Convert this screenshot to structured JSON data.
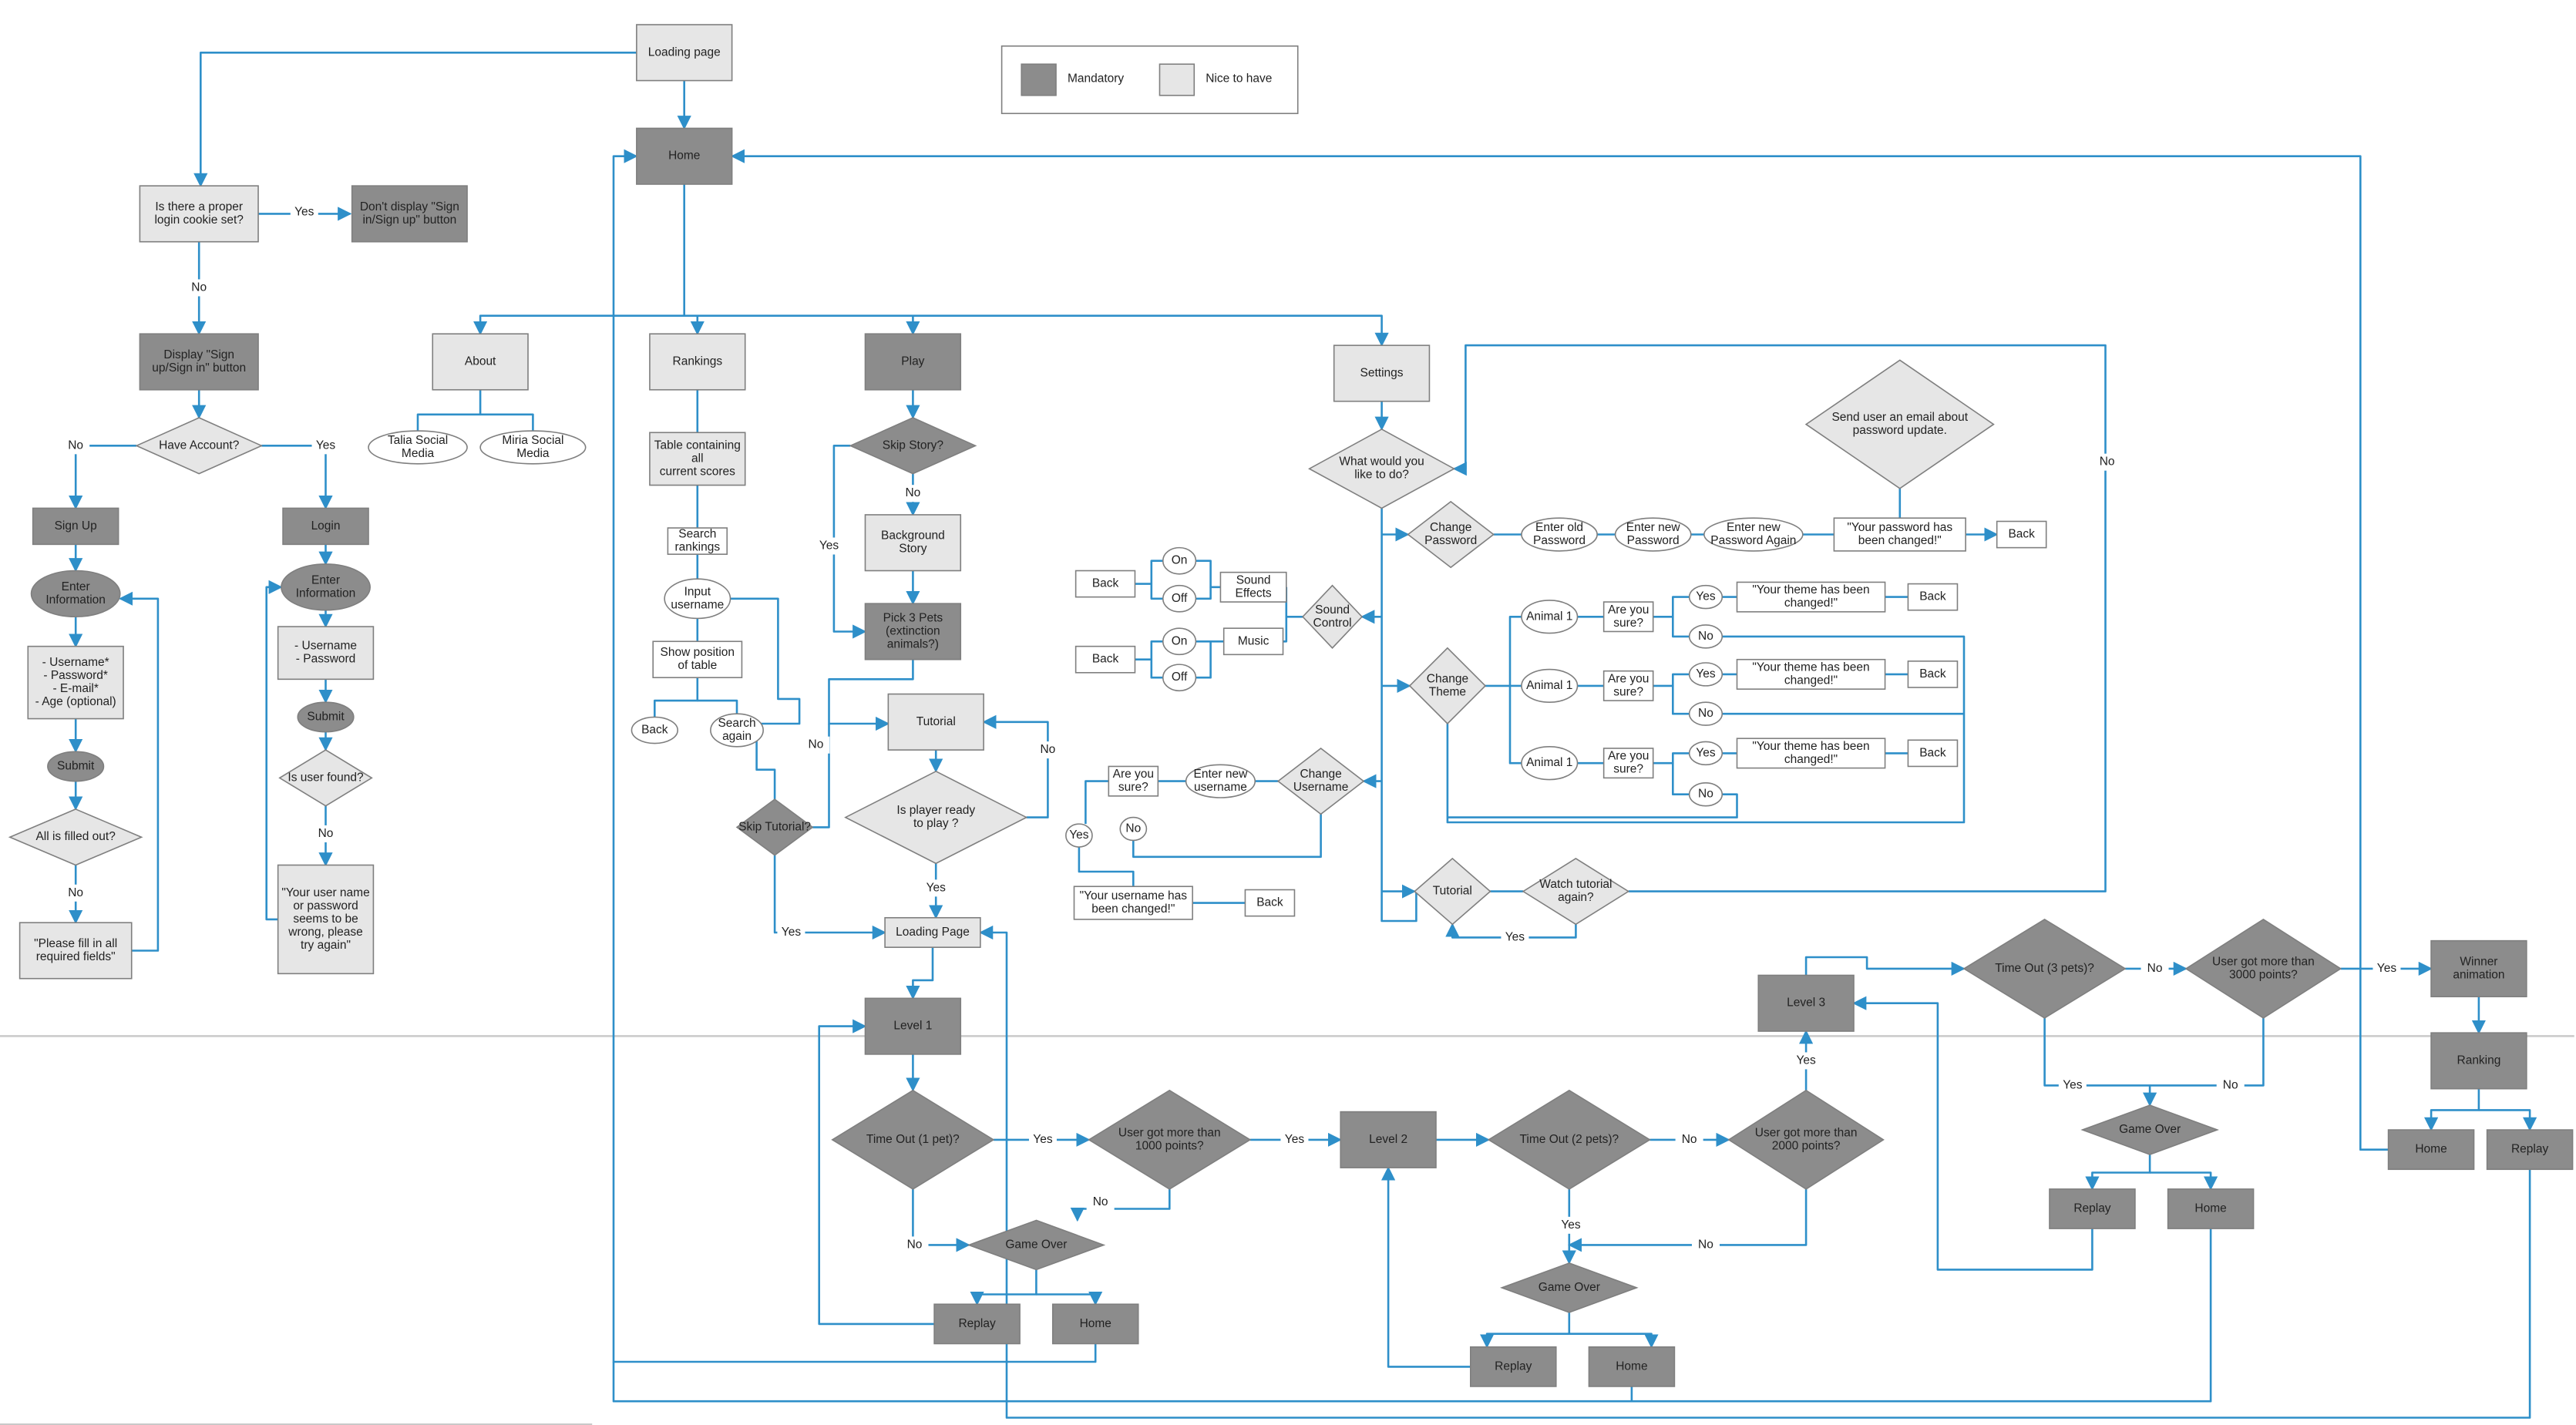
{
  "colors": {
    "mandatory": "#8c8c8c",
    "nice_to_have": "#e6e6e6",
    "white": "#ffffff",
    "connector": "#2e8fc9",
    "outline": "#7f7f7f",
    "separator": "#c9c9c9"
  },
  "legend": {
    "mandatory": "Mandatory",
    "nice_to_have": "Nice to have"
  },
  "nodes": {
    "loading_page_top": "Loading page",
    "home": "Home",
    "login_cookie_question": "Is there a proper\nlogin cookie set?",
    "dont_display_button": "Don't display \"Sign\nin/Sign up\" button",
    "display_button": "Display \"Sign\nup/Sign in\" button",
    "have_account": "Have Account?",
    "sign_up": "Sign Up",
    "login": "Login",
    "enter_information_signup": "Enter\nInformation",
    "enter_information_login": "Enter\nInformation",
    "signup_fields": "- Username*\n- Password*\n- E-mail*\n- Age (optional)",
    "login_fields": "- Username\n- Password",
    "submit_signup": "Submit",
    "submit_login": "Submit",
    "all_filled": "All is filled out?",
    "user_found": "Is user found?",
    "fill_all_fields": "\"Please fill in all\nrequired fields\"",
    "wrong_credentials": "\"Your user name\nor password\nseems to be\nwrong, please\ntry again\"",
    "about": "About",
    "talia_social": "Talia Social\nMedia",
    "miria_social": "Miria Social\nMedia",
    "rankings": "Rankings",
    "rankings_table": "Table containing\nall\ncurrent scores",
    "search_rankings": "Search\nrankings",
    "input_username": "Input\nusername",
    "show_position": "Show position\nof table",
    "back_rankings": "Back",
    "search_again": "Search\nagain",
    "play": "Play",
    "skip_story": "Skip Story?",
    "background_story": "Background\nStory",
    "pick_3_pets": "Pick 3 Pets\n(extinction\nanimals?)",
    "tutorial_play": "Tutorial",
    "skip_tutorial": "Skip Tutorial?",
    "player_ready": "Is player ready\nto play ?",
    "loading_page_play": "Loading Page",
    "level_1": "Level 1",
    "time_out_1": "Time Out (1 pet)?",
    "points_1000": "User got more than\n1000 points?",
    "game_over_1": "Game Over",
    "replay_1": "Replay",
    "home_1": "Home",
    "level_2": "Level 2",
    "time_out_2": "Time Out (2 pets)?",
    "points_2000": "User got more than\n2000 points?",
    "game_over_2": "Game Over",
    "replay_2": "Replay",
    "home_2": "Home",
    "level_3": "Level 3",
    "time_out_3": "Time Out (3 pets)?",
    "points_3000": "User got more than\n3000 points?",
    "game_over_3": "Game Over",
    "replay_3": "Replay",
    "home_3": "Home",
    "winner_animation": "Winner\nanimation",
    "ranking_final": "Ranking",
    "home_final": "Home",
    "replay_final": "Replay",
    "settings": "Settings",
    "what_to_do": "What would you\nlike to do?",
    "change_password": "Change\nPassword",
    "enter_old_password": "Enter old\nPassword",
    "enter_new_password": "Enter new\nPassword",
    "enter_new_password_again": "Enter new\nPassword Again",
    "password_changed": "\"Your password has\nbeen changed!\"",
    "back_password": "Back",
    "send_email": "Send user an email about\npassword update.",
    "sound_control": "Sound\nControl",
    "sound_effects": "Sound\nEffects",
    "music": "Music",
    "on_effects": "On",
    "off_effects": "Off",
    "on_music": "On",
    "off_music": "Off",
    "back_effects": "Back",
    "back_music": "Back",
    "change_theme": "Change\nTheme",
    "animal_1a": "Animal 1",
    "animal_1b": "Animal 1",
    "animal_1c": "Animal 1",
    "sure_theme_a": "Are you\nsure?",
    "sure_theme_b": "Are you\nsure?",
    "sure_theme_c": "Are you\nsure?",
    "yes_theme_a": "Yes",
    "yes_theme_b": "Yes",
    "yes_theme_c": "Yes",
    "no_theme_a": "No",
    "no_theme_b": "No",
    "no_theme_c": "No",
    "theme_changed_a": "\"Your theme has been\nchanged!\"",
    "theme_changed_b": "\"Your theme has been\nchanged!\"",
    "theme_changed_c": "\"Your theme has been\nchanged!\"",
    "back_theme_a": "Back",
    "back_theme_b": "Back",
    "back_theme_c": "Back",
    "change_username": "Change\nUsername",
    "enter_new_username": "Enter new\nusername",
    "sure_username": "Are you\nsure?",
    "yes_username": "Yes",
    "no_username": "No",
    "username_changed": "\"Your username has\nbeen changed!\"",
    "back_username": "Back",
    "tutorial_settings": "Tutorial",
    "watch_tutorial": "Watch tutorial\nagain?"
  },
  "edge_labels": {
    "yes_cookie": "Yes",
    "no_cookie": "No",
    "no_have_account": "No",
    "yes_have_account": "Yes",
    "no_all_filled": "No",
    "no_user_found": "No",
    "no_skip_story": "No",
    "yes_skip_story": "Yes",
    "no_skip_tutorial": "No",
    "yes_skip_tutorial": "Yes",
    "no_player_ready": "No",
    "yes_player_ready": "Yes",
    "yes_time_out_1": "Yes",
    "no_time_out_1": "No",
    "yes_points_1000": "Yes",
    "no_points_1000": "No",
    "no_time_out_2": "No",
    "yes_time_out_2": "Yes",
    "yes_points_2000": "Yes",
    "no_points_2000": "No",
    "no_time_out_3": "No",
    "yes_time_out_3": "Yes",
    "yes_points_3000": "Yes",
    "no_points_3000": "No",
    "no_watch_tutorial": "No",
    "yes_watch_tutorial": "Yes"
  }
}
